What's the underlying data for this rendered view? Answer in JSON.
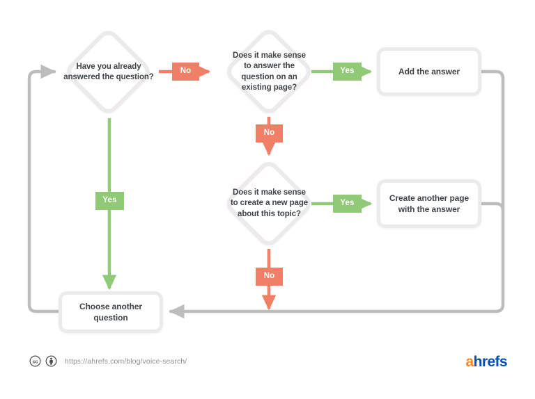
{
  "diagram": {
    "type": "flowchart",
    "title": "Voice search content decision flowchart",
    "colors": {
      "no": "#ef7f66",
      "yes": "#90ca76",
      "wire": "#bdbdbd",
      "node_border": "#eceaea",
      "text": "#3f4448",
      "background": "#ffffff",
      "brand_orange": "#f6861f",
      "brand_blue": "#054eb4"
    },
    "nodes": [
      {
        "id": "q1",
        "shape": "diamond",
        "text": "Have you already answered the  question?"
      },
      {
        "id": "q2",
        "shape": "diamond",
        "text": "Does it make sense to answer the question on an existing page?"
      },
      {
        "id": "q3",
        "shape": "diamond",
        "text": "Does it make sense to create a new page about this topic?"
      },
      {
        "id": "a1",
        "shape": "rect",
        "text": "Add the answer"
      },
      {
        "id": "a2",
        "shape": "rect",
        "text": "Create another page with the answer"
      },
      {
        "id": "a3",
        "shape": "rect",
        "text": "Choose another question"
      }
    ],
    "edges": [
      {
        "from": "q1",
        "to": "q2",
        "label": "No",
        "color": "#ef7f66",
        "direction": "right"
      },
      {
        "from": "q1",
        "to": "a3",
        "label": "Yes",
        "color": "#90ca76",
        "direction": "down"
      },
      {
        "from": "q2",
        "to": "a1",
        "label": "Yes",
        "color": "#90ca76",
        "direction": "right"
      },
      {
        "from": "q2",
        "to": "q3",
        "label": "No",
        "color": "#ef7f66",
        "direction": "down"
      },
      {
        "from": "q3",
        "to": "a2",
        "label": "Yes",
        "color": "#90ca76",
        "direction": "right"
      },
      {
        "from": "q3",
        "to": "a3",
        "label": "No",
        "color": "#ef7f66",
        "direction": "down"
      },
      {
        "from": "a1",
        "to": "a3",
        "label": "",
        "color": "#bdbdbd",
        "direction": "loop-right"
      },
      {
        "from": "a2",
        "to": "a3",
        "label": "",
        "color": "#bdbdbd",
        "direction": "loop-right"
      },
      {
        "from": "a3",
        "to": "q1",
        "label": "",
        "color": "#bdbdbd",
        "direction": "loop-left"
      }
    ]
  },
  "labels": {
    "q1": "Have you already answered the  question?",
    "q2": "Does it make sense to answer the question on an existing page?",
    "q3": "Does it make sense to create a new page about this topic?",
    "a1": "Add the answer",
    "a2": "Create another page with the answer",
    "a3": "Choose another question",
    "no": "No",
    "yes": "Yes"
  },
  "footer": {
    "license_icons": [
      "cc-icon",
      "cc-by-icon"
    ],
    "url": "https://ahrefs.com/blog/voice-search/",
    "brand_first": "a",
    "brand_rest": "hrefs"
  }
}
